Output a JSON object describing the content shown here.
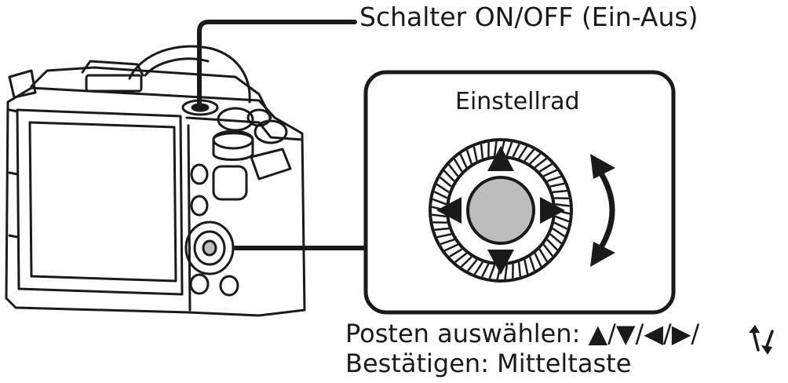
{
  "labels": {
    "power_switch": "Schalter ON/OFF (Ein-Aus)",
    "control_wheel": "Einstellrad",
    "select_items": "Posten auswählen: ▲/▼/◀/▶/",
    "confirm": "Bestätigen: Mitteltaste"
  },
  "icons": {
    "rotate": "rotate-wheel-icon",
    "arrows": [
      "arrow-up-icon",
      "arrow-down-icon",
      "arrow-left-icon",
      "arrow-right-icon"
    ]
  },
  "colors": {
    "line": "#1a1a1a",
    "center_button": "#bdbdbd",
    "background": "#ffffff"
  }
}
